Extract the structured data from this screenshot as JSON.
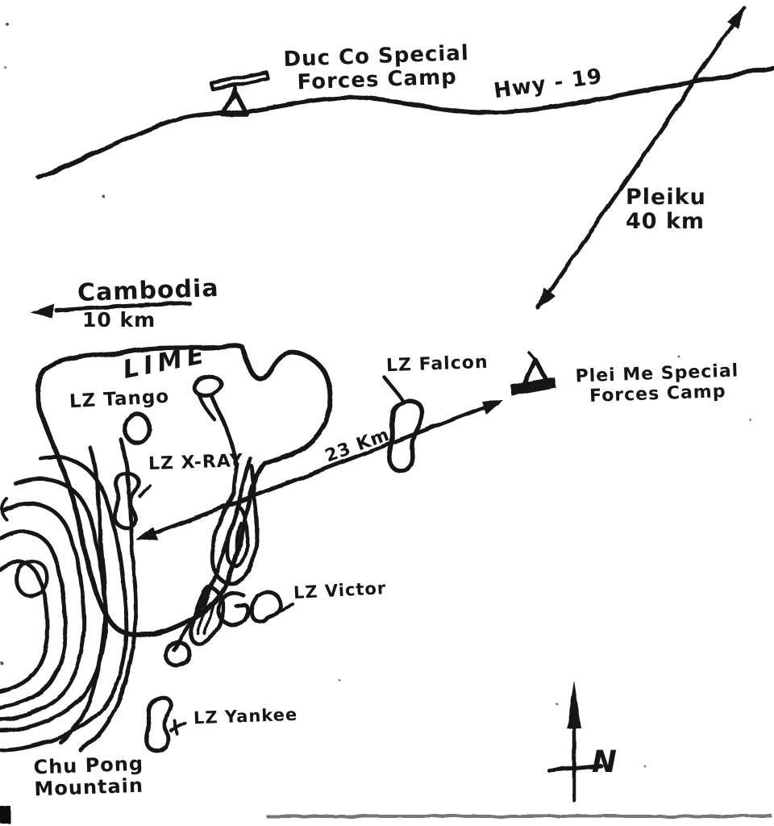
{
  "colors": {
    "ink": "#161616",
    "paper": "#ffffff"
  },
  "labels": {
    "duc_co_camp": {
      "line1": "Duc Co Special",
      "line2": "Forces Camp"
    },
    "highway": "Hwy - 19",
    "pleiku": {
      "name": "Pleiku",
      "distance": "40 km"
    },
    "cambodia": {
      "name": "Cambodia",
      "distance": "10 km"
    },
    "lime": "LIME",
    "lz_tango": "LZ Tango",
    "lz_falcon": "LZ Falcon",
    "plei_me_camp": {
      "line1": "Plei Me Special",
      "line2": "Forces Camp"
    },
    "lz_xray": "LZ X-RAY",
    "xray_pleime_distance": "23 Km",
    "lz_victor": "LZ Victor",
    "lz_yankee": "LZ Yankee",
    "chu_pong": {
      "line1": "Chu Pong",
      "line2": "Mountain"
    },
    "compass_north": "N"
  },
  "icons": {
    "camp_symbol": "triangle-with-flag-bar",
    "north_arrow": "vertical-arrow-with-crossbar",
    "direction_arrows": "double-headed-distance-arrows"
  }
}
